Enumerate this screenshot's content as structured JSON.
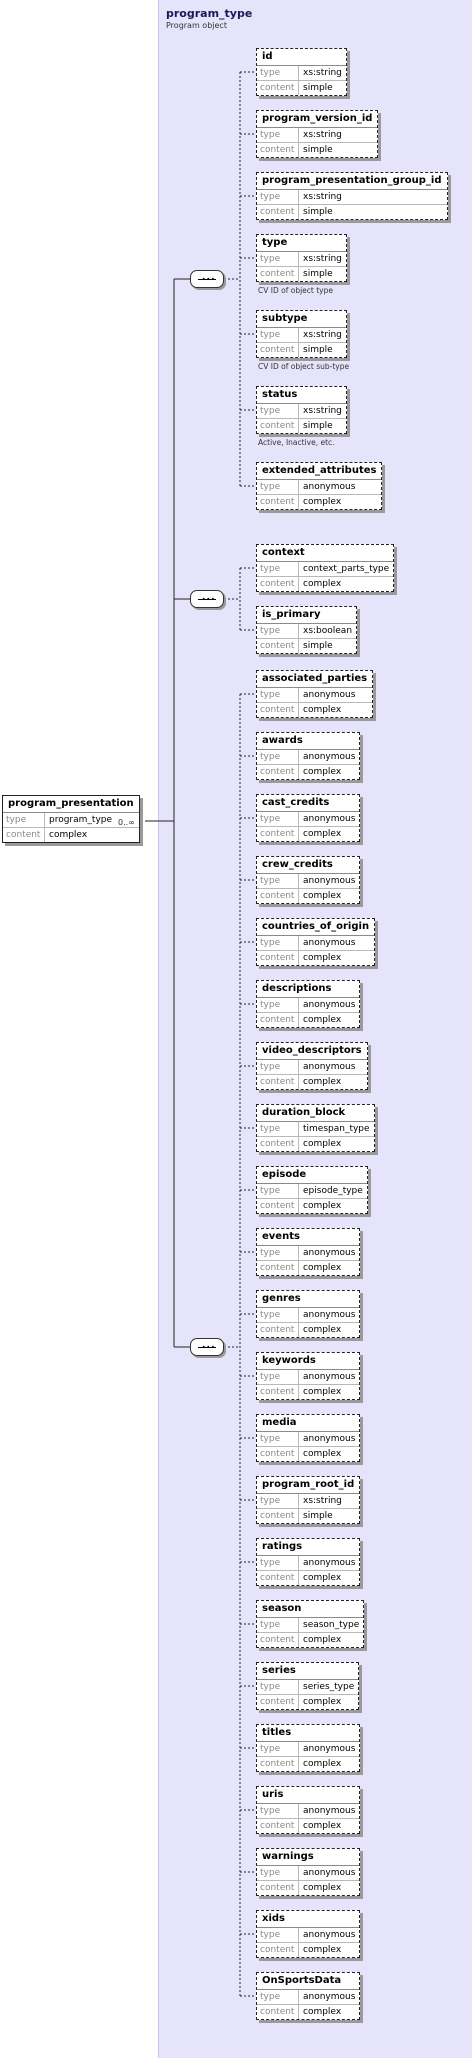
{
  "panel": {
    "title": "program_type",
    "description": "Program object"
  },
  "root": {
    "name": "program_presentation",
    "rows": [
      {
        "k": "type",
        "v": "program_type"
      },
      {
        "k": "content",
        "v": "complex"
      }
    ],
    "occurs": "0..∞"
  },
  "groups": [
    {
      "kind": "sequence",
      "children": [
        {
          "name": "id",
          "rows": [
            {
              "k": "type",
              "v": "xs:string"
            },
            {
              "k": "content",
              "v": "simple"
            }
          ]
        },
        {
          "name": "program_version_id",
          "rows": [
            {
              "k": "type",
              "v": "xs:string"
            },
            {
              "k": "content",
              "v": "simple"
            }
          ]
        },
        {
          "name": "program_presentation_group_id",
          "rows": [
            {
              "k": "type",
              "v": "xs:string"
            },
            {
              "k": "content",
              "v": "simple"
            }
          ]
        },
        {
          "name": "type",
          "rows": [
            {
              "k": "type",
              "v": "xs:string"
            },
            {
              "k": "content",
              "v": "simple"
            }
          ],
          "note": "CV ID of object type"
        },
        {
          "name": "subtype",
          "rows": [
            {
              "k": "type",
              "v": "xs:string"
            },
            {
              "k": "content",
              "v": "simple"
            }
          ],
          "note": "CV ID of object sub-type"
        },
        {
          "name": "status",
          "rows": [
            {
              "k": "type",
              "v": "xs:string"
            },
            {
              "k": "content",
              "v": "simple"
            }
          ],
          "note": "Active, Inactive, etc."
        },
        {
          "name": "extended_attributes",
          "rows": [
            {
              "k": "type",
              "v": "anonymous"
            },
            {
              "k": "content",
              "v": "complex"
            }
          ]
        }
      ]
    },
    {
      "kind": "sequence",
      "children": [
        {
          "name": "context",
          "rows": [
            {
              "k": "type",
              "v": "context_parts_type"
            },
            {
              "k": "content",
              "v": "complex"
            }
          ]
        },
        {
          "name": "is_primary",
          "rows": [
            {
              "k": "type",
              "v": "xs:boolean"
            },
            {
              "k": "content",
              "v": "simple"
            }
          ]
        }
      ]
    },
    {
      "kind": "sequence",
      "children": [
        {
          "name": "associated_parties",
          "rows": [
            {
              "k": "type",
              "v": "anonymous"
            },
            {
              "k": "content",
              "v": "complex"
            }
          ]
        },
        {
          "name": "awards",
          "rows": [
            {
              "k": "type",
              "v": "anonymous"
            },
            {
              "k": "content",
              "v": "complex"
            }
          ]
        },
        {
          "name": "cast_credits",
          "rows": [
            {
              "k": "type",
              "v": "anonymous"
            },
            {
              "k": "content",
              "v": "complex"
            }
          ]
        },
        {
          "name": "crew_credits",
          "rows": [
            {
              "k": "type",
              "v": "anonymous"
            },
            {
              "k": "content",
              "v": "complex"
            }
          ]
        },
        {
          "name": "countries_of_origin",
          "rows": [
            {
              "k": "type",
              "v": "anonymous"
            },
            {
              "k": "content",
              "v": "complex"
            }
          ]
        },
        {
          "name": "descriptions",
          "rows": [
            {
              "k": "type",
              "v": "anonymous"
            },
            {
              "k": "content",
              "v": "complex"
            }
          ]
        },
        {
          "name": "video_descriptors",
          "rows": [
            {
              "k": "type",
              "v": "anonymous"
            },
            {
              "k": "content",
              "v": "complex"
            }
          ]
        },
        {
          "name": "duration_block",
          "rows": [
            {
              "k": "type",
              "v": "timespan_type"
            },
            {
              "k": "content",
              "v": "complex"
            }
          ]
        },
        {
          "name": "episode",
          "rows": [
            {
              "k": "type",
              "v": "episode_type"
            },
            {
              "k": "content",
              "v": "complex"
            }
          ]
        },
        {
          "name": "events",
          "rows": [
            {
              "k": "type",
              "v": "anonymous"
            },
            {
              "k": "content",
              "v": "complex"
            }
          ]
        },
        {
          "name": "genres",
          "rows": [
            {
              "k": "type",
              "v": "anonymous"
            },
            {
              "k": "content",
              "v": "complex"
            }
          ]
        },
        {
          "name": "keywords",
          "rows": [
            {
              "k": "type",
              "v": "anonymous"
            },
            {
              "k": "content",
              "v": "complex"
            }
          ]
        },
        {
          "name": "media",
          "rows": [
            {
              "k": "type",
              "v": "anonymous"
            },
            {
              "k": "content",
              "v": "complex"
            }
          ]
        },
        {
          "name": "program_root_id",
          "rows": [
            {
              "k": "type",
              "v": "xs:string"
            },
            {
              "k": "content",
              "v": "simple"
            }
          ]
        },
        {
          "name": "ratings",
          "rows": [
            {
              "k": "type",
              "v": "anonymous"
            },
            {
              "k": "content",
              "v": "complex"
            }
          ]
        },
        {
          "name": "season",
          "rows": [
            {
              "k": "type",
              "v": "season_type"
            },
            {
              "k": "content",
              "v": "complex"
            }
          ]
        },
        {
          "name": "series",
          "rows": [
            {
              "k": "type",
              "v": "series_type"
            },
            {
              "k": "content",
              "v": "complex"
            }
          ]
        },
        {
          "name": "titles",
          "rows": [
            {
              "k": "type",
              "v": "anonymous"
            },
            {
              "k": "content",
              "v": "complex"
            }
          ]
        },
        {
          "name": "uris",
          "rows": [
            {
              "k": "type",
              "v": "anonymous"
            },
            {
              "k": "content",
              "v": "complex"
            }
          ]
        },
        {
          "name": "warnings",
          "rows": [
            {
              "k": "type",
              "v": "anonymous"
            },
            {
              "k": "content",
              "v": "complex"
            }
          ]
        },
        {
          "name": "xids",
          "rows": [
            {
              "k": "type",
              "v": "anonymous"
            },
            {
              "k": "content",
              "v": "complex"
            }
          ]
        },
        {
          "name": "OnSportsData",
          "rows": [
            {
              "k": "type",
              "v": "anonymous"
            },
            {
              "k": "content",
              "v": "complex"
            }
          ]
        }
      ]
    }
  ]
}
